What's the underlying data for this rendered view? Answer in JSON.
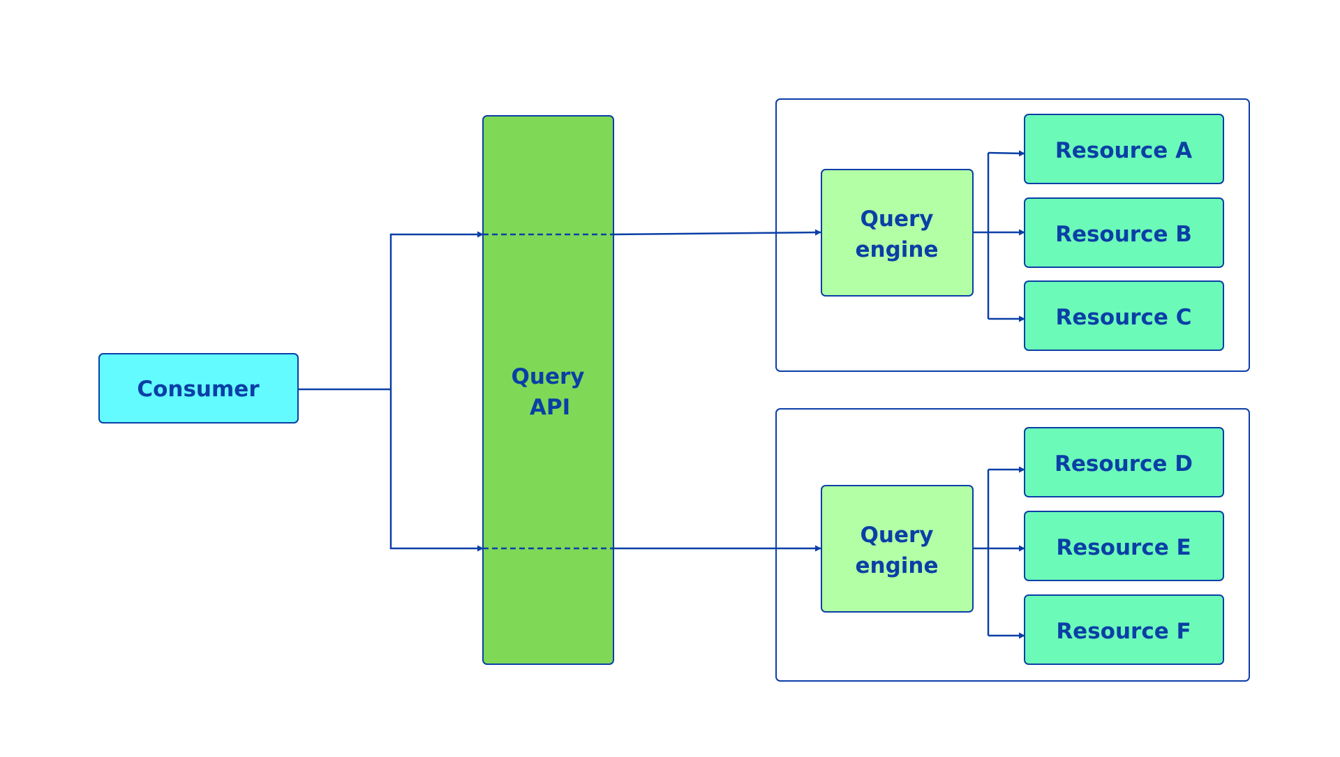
{
  "colors": {
    "line": "#0a3fa6",
    "text": "#0a3fa6",
    "consumer_fill": "#63fbff",
    "api_fill": "#7fd957",
    "engine_fill": "#b3ffa6",
    "resource_fill": "#6cfab8",
    "group_fill": "#ffffff"
  },
  "consumer": {
    "label": "Consumer"
  },
  "query_api": {
    "line1": "Query",
    "line2": "API"
  },
  "groups": [
    {
      "engine": {
        "line1": "Query",
        "line2": "engine"
      },
      "resources": [
        "Resource A",
        "Resource B",
        "Resource C"
      ]
    },
    {
      "engine": {
        "line1": "Query",
        "line2": "engine"
      },
      "resources": [
        "Resource D",
        "Resource E",
        "Resource F"
      ]
    }
  ]
}
